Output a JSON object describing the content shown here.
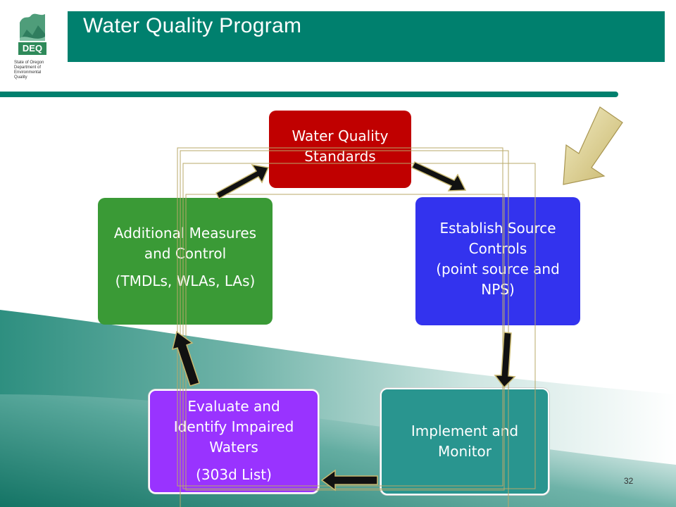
{
  "header": {
    "title": "Water Quality Program",
    "band_color": "#00806e"
  },
  "logo": {
    "mark": "DEQ",
    "org_lines": [
      "State of Oregon",
      "Department of",
      "Environmental",
      "Quality"
    ]
  },
  "cycle": {
    "nodes": [
      {
        "id": "wqs",
        "lines": [
          "Water Quality",
          "Standards"
        ],
        "color": "#c00000"
      },
      {
        "id": "esc",
        "lines": [
          "Establish Source",
          "Controls",
          "(point source and",
          "NPS)"
        ],
        "color": "#3333ee"
      },
      {
        "id": "imp",
        "lines": [
          "Implement and",
          "Monitor"
        ],
        "color": "#29958f"
      },
      {
        "id": "eval",
        "lines": [
          "Evaluate and",
          "Identify Impaired",
          "Waters"
        ],
        "sub": "(303d  List)",
        "color": "#9933ff"
      },
      {
        "id": "amc",
        "lines": [
          "Additional Measures",
          "and Control"
        ],
        "sub": "(TMDLs, WLAs, LAs)",
        "color": "#3a9a36"
      }
    ],
    "arrow_order": [
      "wqs",
      "esc",
      "imp",
      "eval",
      "amc",
      "wqs"
    ]
  },
  "slide_number": "32"
}
